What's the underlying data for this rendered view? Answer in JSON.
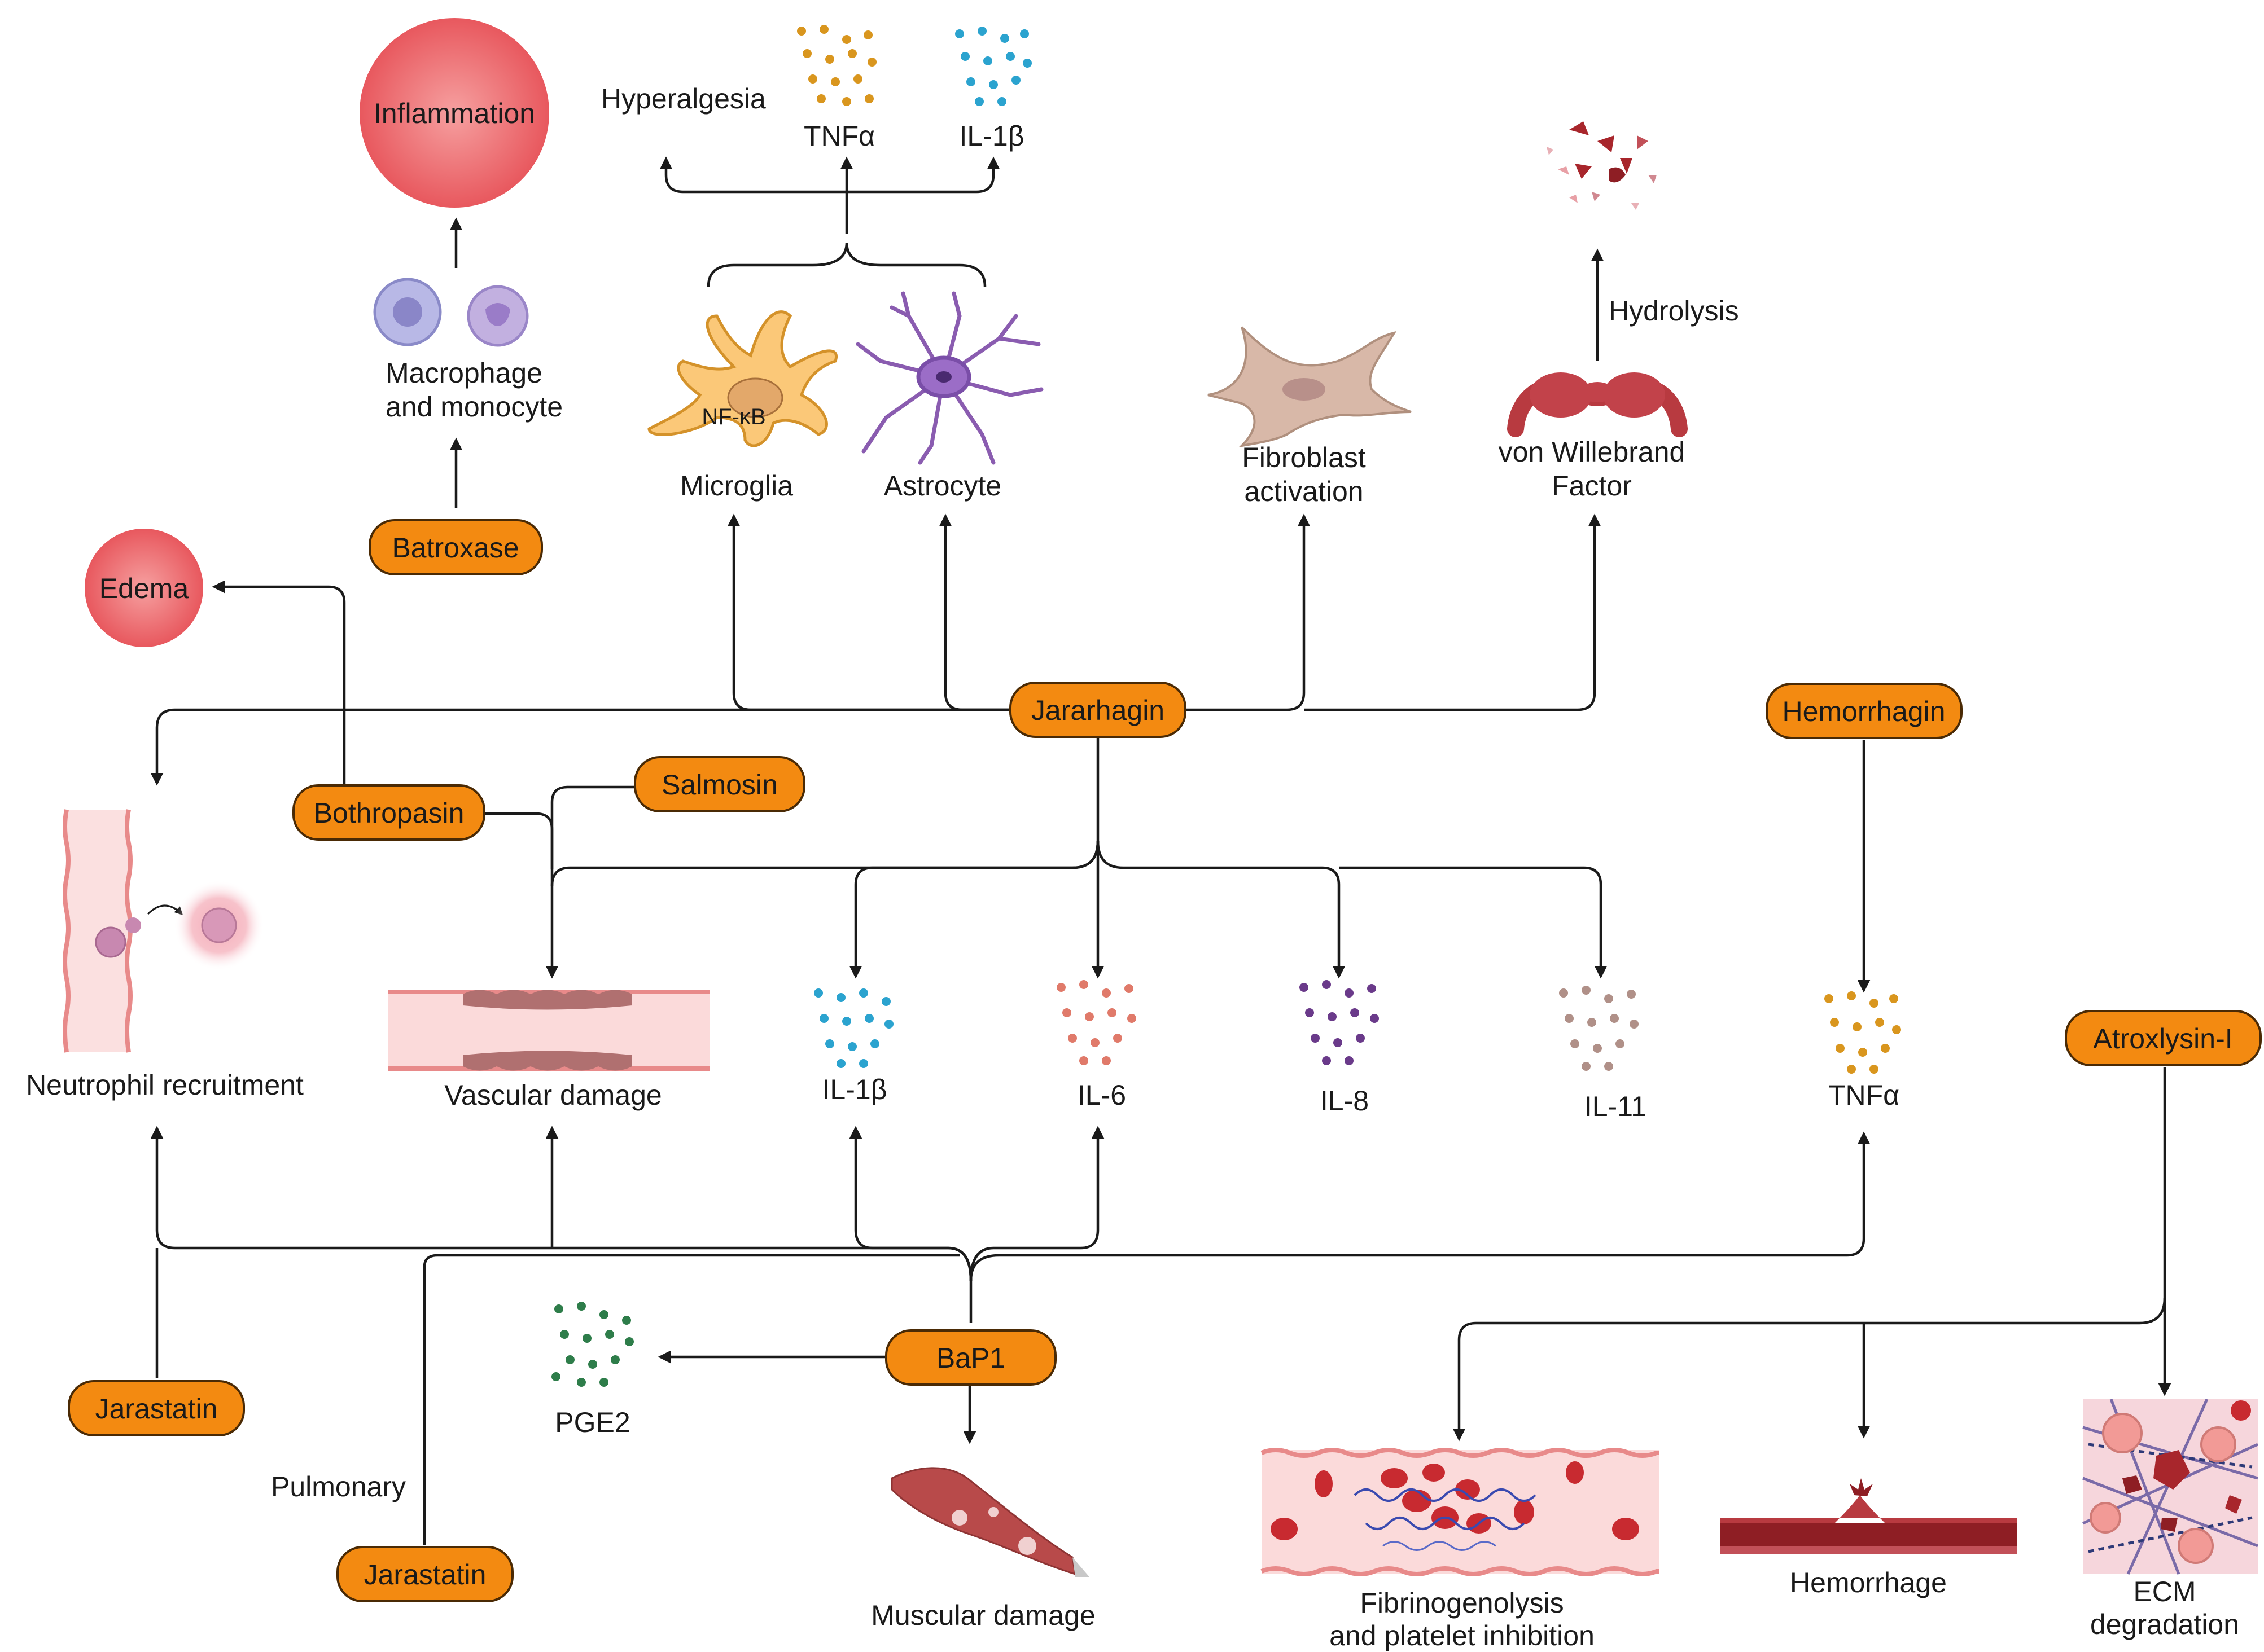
{
  "outcomes": {
    "inflammation": "Inflammation",
    "edema": "Edema",
    "hyperalgesia": "Hyperalgesia"
  },
  "cells": {
    "macrophage_line1": "Macrophage",
    "macrophage_line2": "and monocyte",
    "microglia": "Microglia",
    "nfkb": "NF-κB",
    "astrocyte": "Astrocyte",
    "fibroblast_line1": "Fibroblast",
    "fibroblast_line2": "activation",
    "vwf_line1": "von Willebrand",
    "vwf_line2": "Factor",
    "hydrolysis": "Hydrolysis"
  },
  "toxins": {
    "batroxase": "Batroxase",
    "jararhagin": "Jararhagin",
    "hemorrhagin": "Hemorrhagin",
    "bothropasin": "Bothropasin",
    "salmosin": "Salmosin",
    "atroxlysin": "Atroxlysin-I",
    "bap1": "BaP1",
    "jarastatin_left": "Jarastatin",
    "jarastatin_bottom": "Jarastatin"
  },
  "cytokines": {
    "tnf_top": "TNFα",
    "il1b_top": "IL-1β",
    "il1b": "IL-1β",
    "il6": "IL-6",
    "il8": "IL-8",
    "il11": "IL-11",
    "tnf_right": "TNFα",
    "pge2": "PGE2"
  },
  "effects": {
    "neutrophil": "Neutrophil recruitment",
    "vascular": "Vascular damage",
    "pulmonary": "Pulmonary",
    "muscular": "Muscular damage",
    "fibrino_line1": "Fibrinogenolysis",
    "fibrino_line2": "and platelet inhibition",
    "hemorrhage": "Hemorrhage",
    "ecm_line1": "ECM",
    "ecm_line2": "degradation"
  },
  "colors": {
    "pill": "#f38a11",
    "tnf_dots": "#d9961e",
    "il1b_dots": "#2ba3cf",
    "il6_dots": "#e07a6a",
    "il8_dots": "#6a3a8a",
    "il11_dots": "#b09088",
    "pge2_dots": "#2e7d4a"
  }
}
